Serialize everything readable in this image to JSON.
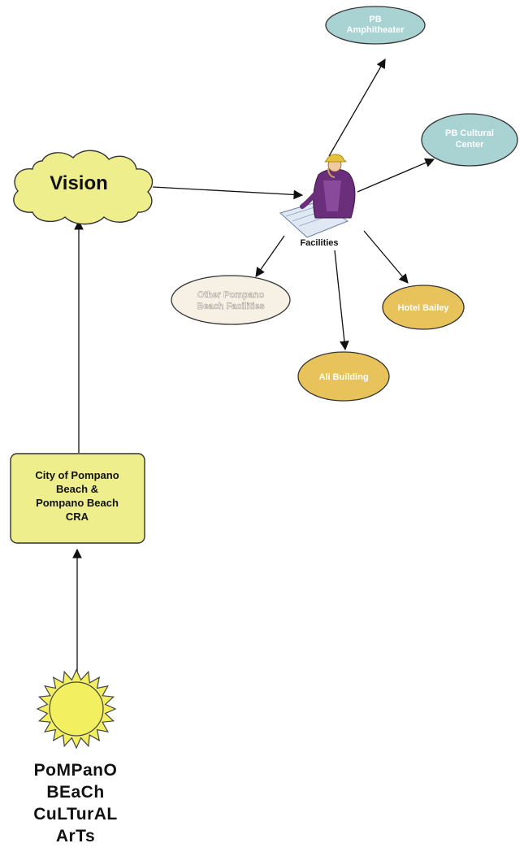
{
  "nodes": {
    "vision": {
      "label": "Vision"
    },
    "city": {
      "lines": [
        "City of Pompano",
        "Beach &",
        "Pompano Beach",
        "CRA"
      ]
    },
    "facilities": {
      "label": "Facilities"
    },
    "amphitheater": {
      "lines": [
        "PB",
        "Amphitheater"
      ]
    },
    "cultural_center": {
      "lines": [
        "PB Cultural",
        "Center"
      ]
    },
    "other_facilities": {
      "lines": [
        "Other Pompano",
        "Beach Facilities"
      ]
    },
    "hotel_bailey": {
      "label": "Hotel Bailey"
    },
    "ali_building": {
      "label": "Ali Building"
    }
  },
  "logo": {
    "lines": [
      "PoMPanO",
      "BEaCh",
      "CuLTurAL",
      "ArTs"
    ]
  },
  "colors": {
    "yellow_fill": "#eeee8c",
    "teal_fill": "#a9d3d3",
    "cream_fill": "#f6f1e4",
    "gold_fill": "#e8c25a",
    "sun_fill": "#f2f061",
    "arrow": "#111111"
  }
}
